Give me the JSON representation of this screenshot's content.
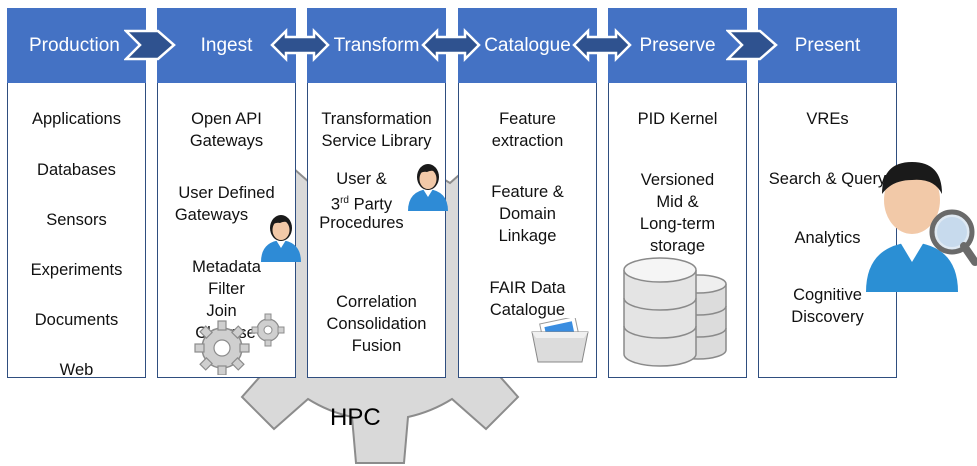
{
  "stages": [
    {
      "name": "Production",
      "items": [
        "Applications",
        "Databases",
        "Sensors",
        "Experiments",
        "Documents",
        "Web"
      ]
    },
    {
      "name": "Ingest",
      "items": [
        "Open API",
        "Gateways",
        "User Defined",
        "Gateways",
        "Metadata",
        "Filter",
        "Join",
        "Cleanse"
      ]
    },
    {
      "name": "Transform",
      "items": [
        "Transformation",
        "Service Library",
        "User &",
        "3",
        "rd",
        "Party",
        "Procedures",
        "Correlation",
        "Consolidation",
        "Fusion"
      ]
    },
    {
      "name": "Catalogue",
      "items": [
        "Feature",
        "extraction",
        "Feature &",
        "Domain",
        "Linkage",
        "FAIR Data",
        "Catalogue"
      ]
    },
    {
      "name": "Preserve",
      "items": [
        "PID Kernel",
        "Versioned",
        "Mid &",
        "Long-term",
        "storage"
      ]
    },
    {
      "name": "Present",
      "items": [
        "VREs",
        "Search & Query",
        "Analytics",
        "Cognitive",
        "Discovery"
      ]
    }
  ],
  "hpc_label": "HPC",
  "colors": {
    "header": "#4472c4",
    "border": "#2f4e7f",
    "gear": "#d9d9d9",
    "gear_stroke": "#8c8c8c"
  },
  "icons": [
    "gear-icon",
    "user-icon",
    "user-icon",
    "database-icon",
    "photos-icon",
    "user-search-icon",
    "small-gears-icon"
  ]
}
